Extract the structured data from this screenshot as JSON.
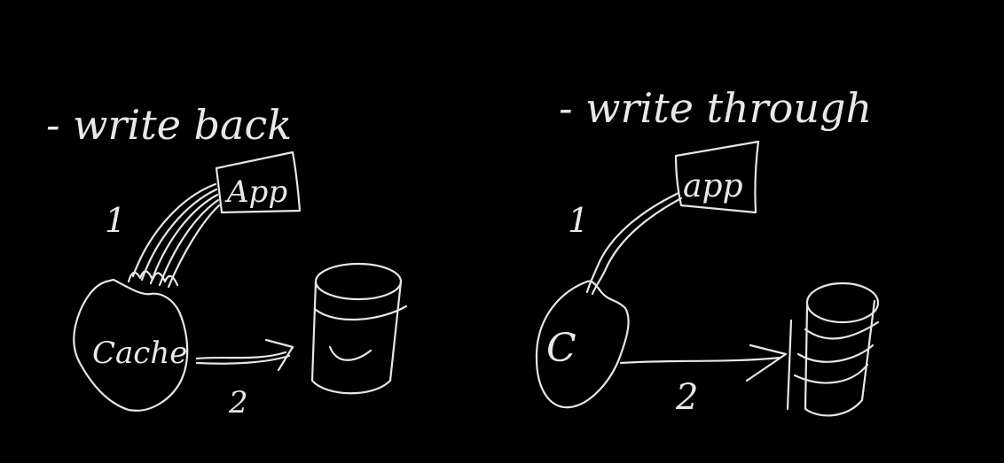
{
  "colors": {
    "background": "#000000",
    "ink": "#e6e6e6"
  },
  "left": {
    "heading": "- write back",
    "box_label": "App",
    "store_label": "Cache",
    "step1": "1",
    "step2": "2"
  },
  "right": {
    "heading": "- write through",
    "box_label": "app",
    "store_label": "C",
    "step1": "1",
    "step2": "2"
  }
}
